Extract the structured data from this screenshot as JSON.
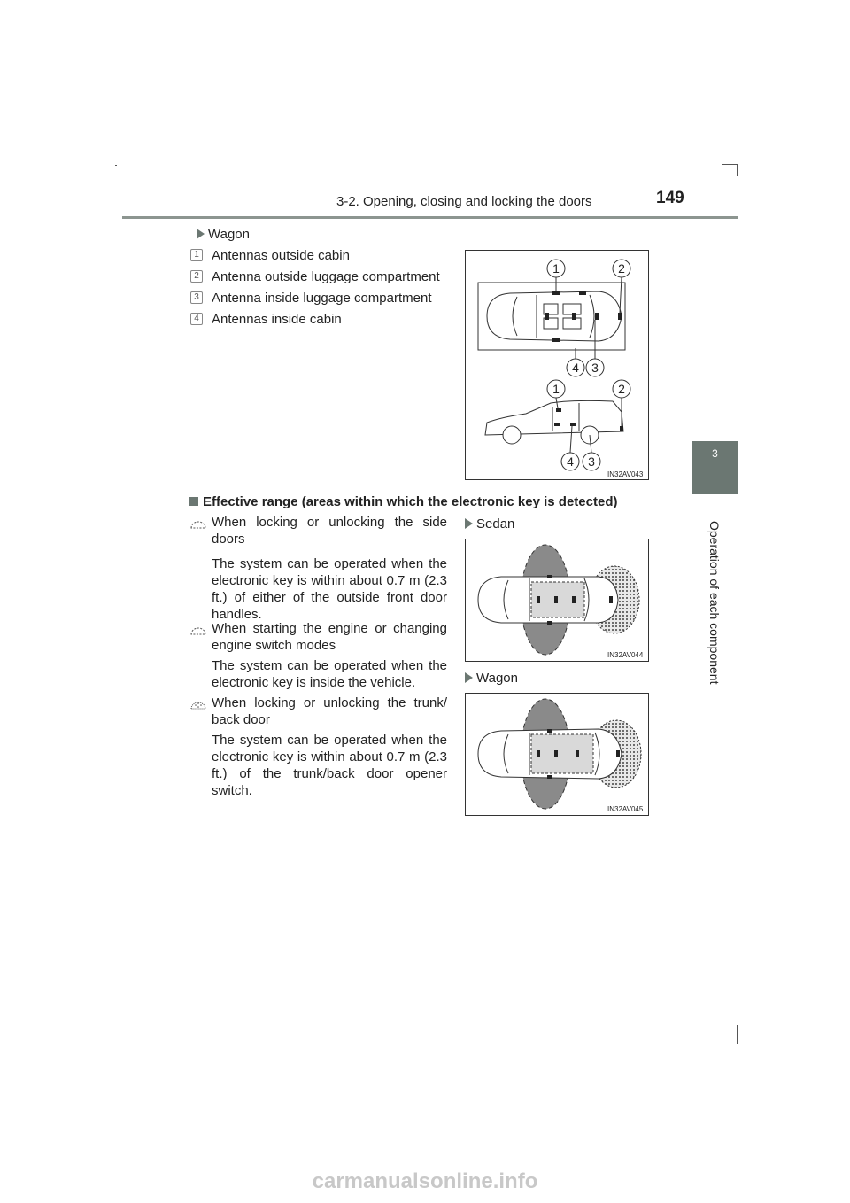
{
  "header": {
    "section_title": "3-2. Opening, closing and locking the doors",
    "page_number": "149"
  },
  "side_tab": {
    "chapter_number": "3",
    "chapter_label": "Operation of each component"
  },
  "wagon_antennas": {
    "variant_label": "Wagon",
    "items": [
      {
        "number": "1",
        "text": "Antennas outside cabin"
      },
      {
        "number": "2",
        "text": "Antenna outside luggage compartment"
      },
      {
        "number": "3",
        "text": "Antenna inside luggage compartment"
      },
      {
        "number": "4",
        "text": "Antennas inside cabin"
      }
    ],
    "figure_id": "IN32AV043",
    "callouts": [
      "1",
      "2",
      "4",
      "3",
      "1",
      "2",
      "4",
      "3"
    ]
  },
  "effective_range": {
    "heading": "Effective range (areas within which the electronic key is detected)",
    "items": [
      {
        "title": "When locking or unlocking the side doors",
        "body": "The system can be operated when the electronic key is within about 0.7 m (2.3 ft.) of either of the outside front door handles."
      },
      {
        "title": "When starting the engine or changing engine switch modes",
        "body": "The system can be operated when the electronic key is inside the vehicle."
      },
      {
        "title": "When locking or unlocking the trunk/ back door",
        "body": "The system can be operated when the electronic key is within about 0.7 m (2.3 ft.) of the trunk/back door opener switch."
      }
    ],
    "sedan": {
      "label": "Sedan",
      "figure_id": "IN32AV044"
    },
    "wagon": {
      "label": "Wagon",
      "figure_id": "IN32AV045"
    }
  },
  "watermark": "carmanualsonline.info",
  "colors": {
    "accent": "#6b7772",
    "rule": "#8c9590",
    "zone": "#8a8a8a"
  }
}
